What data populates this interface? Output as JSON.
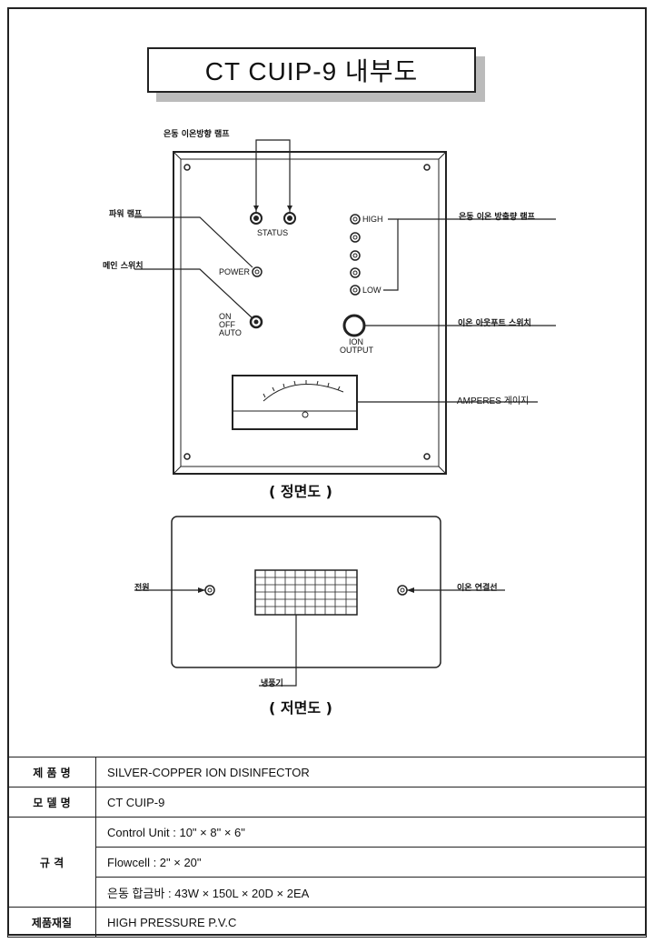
{
  "title": "CT CUIP-9 내부도",
  "front": {
    "caption": "( 정면도 )",
    "callouts": {
      "silver_ion_lamp": "은동 이온방향 램프",
      "power_lamp": "파워 램프",
      "main_switch": "메인 스위치",
      "silver_output_lamp": "은동 이온 방출량 램프",
      "ion_output_switch": "이온 아웃푸트 스위치",
      "amperes_gauge": "AMPERES 게이지"
    },
    "panel_text": {
      "status": "STATUS",
      "power": "POWER",
      "on": "ON",
      "off": "OFF",
      "auto": "AUTO",
      "high": "HIGH",
      "low": "LOW",
      "ion": "ION",
      "output": "OUTPUT"
    }
  },
  "bottom": {
    "caption": "( 저면도 )",
    "callouts": {
      "power": "전원",
      "ion_cable": "이온 연결선",
      "vent": "냉풍기"
    }
  },
  "spec_table": {
    "rows": [
      {
        "label": "제 품 명",
        "value": "SILVER-COPPER ION DISINFECTOR"
      },
      {
        "label": "모 델 명",
        "value": "CT CUIP-9"
      },
      {
        "label": "규    격",
        "values": [
          "Control Unit : 10\" × 8\" × 6\"",
          "Flowcell : 2\" × 20\"",
          "은동 합금바 : 43W × 150L × 20D × 2EA"
        ]
      },
      {
        "label": "제품재질",
        "value": "HIGH PRESSURE P.V.C"
      }
    ]
  }
}
